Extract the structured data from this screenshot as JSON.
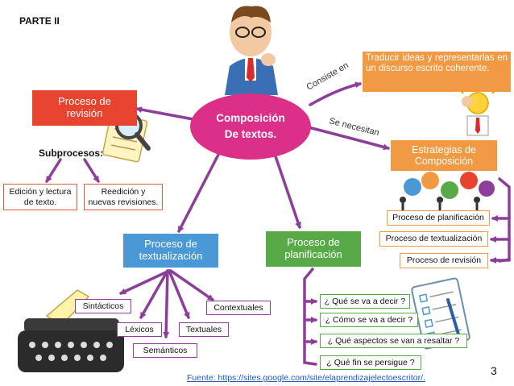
{
  "section_title": "PARTE II",
  "center": {
    "line1": "Composición",
    "line2": "De textos."
  },
  "revision": {
    "title": "Proceso de revisión",
    "subprocesos_label": "Subprocesos:",
    "sub1": "Edición y lectura de texto.",
    "sub2": "Reedición y nuevas revisiones."
  },
  "textualizacion": {
    "title": "Proceso de textualización",
    "items": [
      "Sintácticos",
      "Léxicos",
      "Textuales",
      "Contextuales",
      "Semánticos"
    ]
  },
  "planificacion": {
    "title": "Proceso de planificación",
    "questions": [
      "¿ Qué se va a decir ?",
      "¿ Cómo se va a decir ?",
      "¿ Qué aspectos se van a resaltar ?",
      "¿ Qué fin se persigue ?"
    ]
  },
  "estrategias": {
    "title": "Estrategias de Composición",
    "items": [
      "Proceso de planificación",
      "Proceso de textualización",
      "Proceso de revisión"
    ]
  },
  "definition": "Traducir ideas y representarlas en un discurso escrito coherente.",
  "edge_labels": {
    "consiste": "Consiste en",
    "necesitan": "Se necesitan"
  },
  "source": "Fuente: https://sites.google.com/site/elaprendizajelectoescritor/.",
  "page_number": "3",
  "colors": {
    "magenta": "#dc2f8a",
    "purple": "#8d3e9a",
    "red": "#e8432e",
    "blue": "#4b98d6",
    "green": "#58a947",
    "orange": "#f29a43"
  }
}
